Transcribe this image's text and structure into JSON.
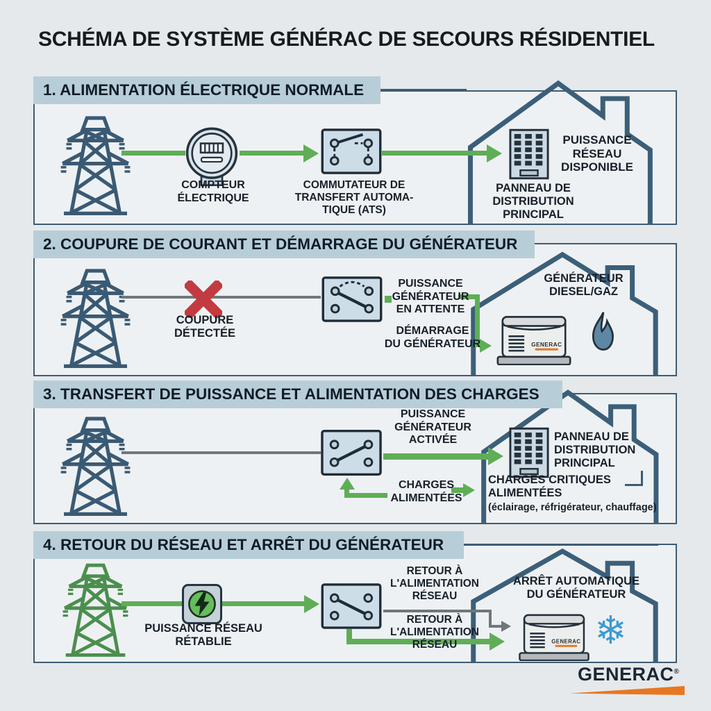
{
  "title": "SCHÉMA DE SYSTÈME GÉNÉRAC DE SECOURS RÉSIDENTIEL",
  "colors": {
    "bg": "#e5e9eb",
    "panel-bg": "#eef1f3",
    "band": "#b7ced9",
    "ink": "#17202a",
    "slate": "#3a5a74",
    "house": "#3c5f79",
    "green": "#5fae57",
    "green-dark": "#4b8f4e",
    "red": "#c23b41",
    "gray-line": "#70777c",
    "orange": "#e87722",
    "snow": "#3c9ad2"
  },
  "icons": {
    "snowflake": "❄"
  },
  "sections": [
    {
      "header": "1. ALIMENTATION ÉLECTRIQUE NORMALE",
      "labels": {
        "meter": "COMPTEUR\nÉLECTRIQUE",
        "ats": "COMMUTATEUR DE\nTRANSFERT AUTOMA-\nTIQUE (ATS)",
        "panel": "PANNEAU DE\nDISTRIBUTION\nPRINCIPAL",
        "status": "PUISSANCE\nRÉSEAU\nDISPONIBLE"
      }
    },
    {
      "header": "2. COUPURE DE COURANT ET DÉMARRAGE DU GÉNÉRATEUR",
      "labels": {
        "outage": "COUPURE\nDÉTECTÉE",
        "standby": "PUISSANCE\nGÉNÉRATEUR\nEN ATTENTE",
        "start": "DÉMARRAGE\nDU GÉNÉRATEUR",
        "generator": "GÉNÉRATEUR\nDIESEL/GAZ",
        "brand": "GENERAC"
      }
    },
    {
      "header": "3. TRANSFERT DE PUISSANCE ET ALIMENTATION DES CHARGES",
      "labels": {
        "activated": "PUISSANCE\nGÉNÉRATEUR\nACTIVÉE",
        "panel": "PANNEAU DE\nDISTRIBUTION\nPRINCIPAL",
        "loads": "CHARGES\nALIMENTÉES",
        "critical": "CHARGES CRITIQUES\nALIMENTÉES",
        "critical_detail": "(éclairage, réfrigérateur, chauffage)"
      }
    },
    {
      "header": "4. RETOUR DU RÉSEAU ET ARRÊT DU GÉNÉRATEUR",
      "labels": {
        "restored": "PUISSANCE RÉSEAU\nRÉTABLIE",
        "return_top": "RETOUR À\nL'ALIMENTATION\nRÉSEAU",
        "return_bottom": "RETOUR À\nL'ALIMENTATION\nRÉSEAU",
        "shutdown": "ARRÊT AUTOMATIQUE\nDU GÉNÉRATEUR",
        "brand": "GENERAC"
      }
    }
  ],
  "footer": {
    "logo": "GENERAC",
    "reg": "®"
  }
}
